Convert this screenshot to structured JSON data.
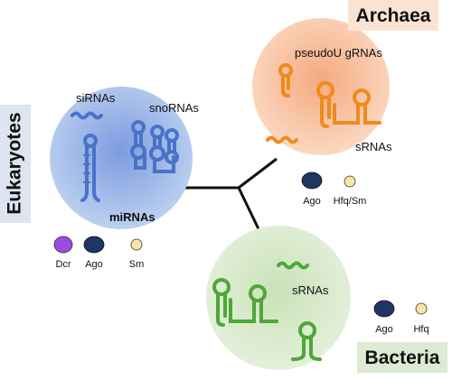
{
  "domains": {
    "archaea": {
      "label": "Archaea",
      "color": "#f3b994",
      "banner": "#fbe3d3"
    },
    "eukaryotes": {
      "label": "Eukaryotes",
      "color": "#7f9fdc",
      "banner": "#dde4f2"
    },
    "bacteria": {
      "label": "Bacteria",
      "color": "#cfe4c2",
      "banner": "#dcebd2"
    }
  },
  "rna_labels": {
    "sirnas": "siRNAs",
    "snornas": "snoRNAs",
    "mirnas": "miRNAs",
    "pseudou": "pseudoU gRNAs",
    "archaea_srnas": "sRNAs",
    "bacteria_srnas": "sRNAs"
  },
  "legends": {
    "eukaryotes": [
      {
        "name": "Dcr",
        "color": "#9a4be0"
      },
      {
        "name": "Ago",
        "color": "#1f3566"
      },
      {
        "name": "Sm",
        "color": "#f8e5a8"
      }
    ],
    "archaea": [
      {
        "name": "Ago",
        "color": "#1f3566"
      },
      {
        "name": "Hfq/Sm",
        "color": "#f8e5a8"
      }
    ],
    "bacteria": [
      {
        "name": "Ago",
        "color": "#1f3566"
      },
      {
        "name": "Hfq",
        "color": "#f8e5a8"
      }
    ]
  },
  "rna_colors": {
    "eukaryote_rna": "#4a72c8",
    "archaea_rna": "#f08a1c",
    "bacteria_rna": "#4fa63a"
  }
}
